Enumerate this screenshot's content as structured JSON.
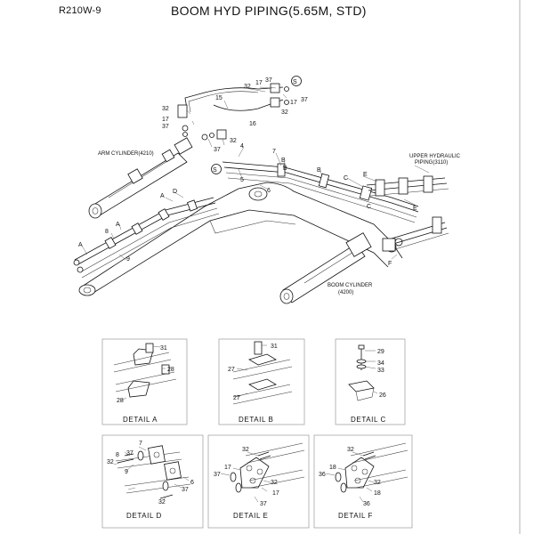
{
  "header": {
    "model": "R210W-9",
    "title": "BOOM HYD PIPING(5.65M, STD)"
  },
  "callouts": {
    "arm_cylinder": "ARM CYLINDER(4210)",
    "upper_hydraulic_1": "UPPER HYDRAULIC",
    "upper_hydraulic_2": "PIPING(3110)",
    "boom_cylinder_1": "BOOM CYLINDER",
    "boom_cylinder_2": "(4200)"
  },
  "part_numbers": {
    "p4": "4",
    "p5": "5",
    "p6": "6",
    "p7": "7",
    "p8": "8",
    "p9": "9",
    "p15": "15",
    "p16": "16",
    "p17a": "17",
    "p17b": "17",
    "p17c": "17",
    "p32a": "32",
    "p32b": "32",
    "p32c": "32",
    "p32d": "32",
    "p37a": "37",
    "p37b": "37",
    "p37c": "37",
    "p37d": "37",
    "s1": "S",
    "s2": "S"
  },
  "section_letters": {
    "a1": "A",
    "a2": "A",
    "a3": "A",
    "b1": "B",
    "b2": "B",
    "b3": "B",
    "c1": "C",
    "c2": "C",
    "d1": "D",
    "e1": "E",
    "e2": "E",
    "f1": "F"
  },
  "details": {
    "a": {
      "title": "DETAIL  A",
      "n31": "31",
      "n28a": "28",
      "n28b": "28"
    },
    "b": {
      "title": "DETAIL  B",
      "n31": "31",
      "n27a": "27",
      "n27b": "27"
    },
    "c": {
      "title": "DETAIL  C",
      "n29": "29",
      "n34": "34",
      "n33": "33",
      "n26": "26"
    },
    "d": {
      "title": "DETAIL  D",
      "n7": "7",
      "n8": "8",
      "n37a": "37",
      "n32a": "32",
      "n37b": "37",
      "n6": "6",
      "n9": "9",
      "n32b": "32"
    },
    "e": {
      "title": "DETAIL  E",
      "n32a": "32",
      "n17a": "17",
      "n37a": "37",
      "n32b": "32",
      "n17b": "17",
      "n37b": "37"
    },
    "f": {
      "title": "DETAIL  F",
      "n32a": "32",
      "n18a": "18",
      "n36a": "36",
      "n32b": "32",
      "n18b": "18",
      "n36b": "36"
    }
  }
}
